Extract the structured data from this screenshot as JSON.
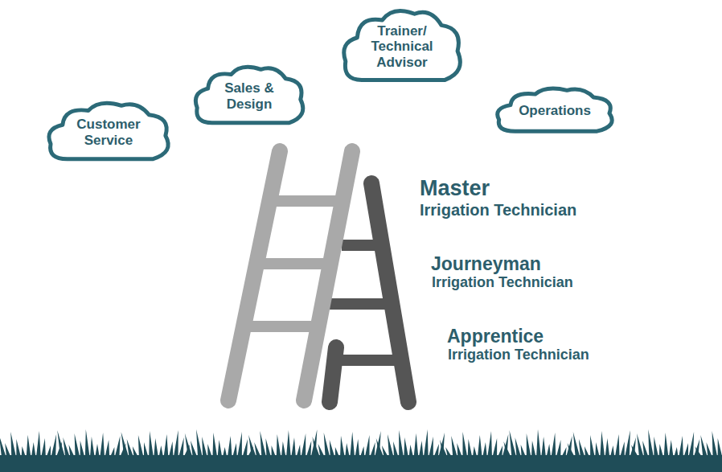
{
  "diagram": {
    "nodes": [
      {
        "text": [
          "Customer Service"
        ]
      },
      {
        "text": [
          "Sales & Design"
        ]
      },
      {
        "text": [
          "Trainer/ Technical Advisor"
        ]
      },
      {
        "text": [
          "Operations"
        ]
      }
    ],
    "labels": [
      "Master",
      "Irrigation Technician",
      "Journeyman",
      "Irrigation Technician",
      "Apprentice",
      "Irrigation Technician"
    ]
  }
}
